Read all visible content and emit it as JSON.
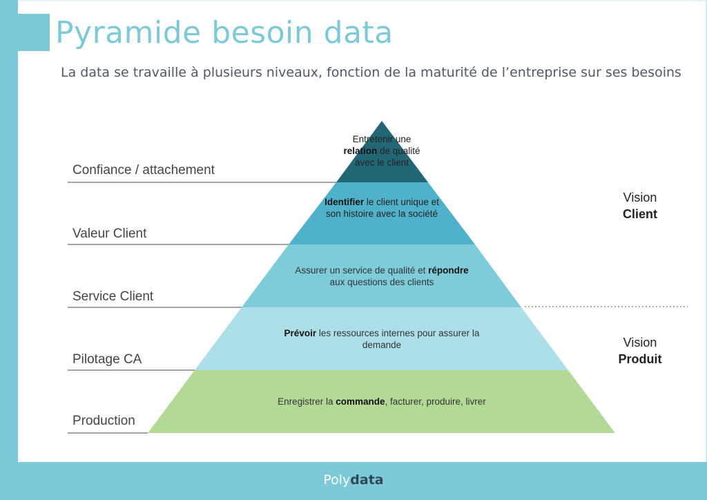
{
  "title": "Pyramide besoin data",
  "subtitle": "La data se travaille à plusieurs niveaux, fonction de la maturité de l’entreprise sur ses besoins",
  "levels": [
    {
      "label": "Confiance / attachement",
      "pre": "Entretenir une ",
      "bold": "relation",
      "post": " de qualité avec le client",
      "color": "#236776"
    },
    {
      "label": "Valeur Client",
      "pre": "",
      "bold": "Identifier",
      "post": " le client unique et son histoire avec la société",
      "color": "#4fb2ca"
    },
    {
      "label": "Service Client",
      "pre": "Assurer un service de qualité et ",
      "bold": "répondre",
      "post": " aux questions des clients",
      "color": "#7ecbd9"
    },
    {
      "label": "Pilotage CA",
      "pre": "",
      "bold": "Prévoir",
      "post": " les ressources internes pour assurer la demande",
      "color": "#addfe8"
    },
    {
      "label": "Production",
      "pre": "Enregistrer la ",
      "bold": "commande",
      "post": ", facturer, produire, livrer",
      "color": "#b3d996"
    }
  ],
  "vision_client": {
    "line1": "Vision",
    "line2": "Client"
  },
  "vision_produit": {
    "line1": "Vision",
    "line2": "Produit"
  },
  "logo": {
    "part1": "Poly",
    "part2": "data"
  }
}
